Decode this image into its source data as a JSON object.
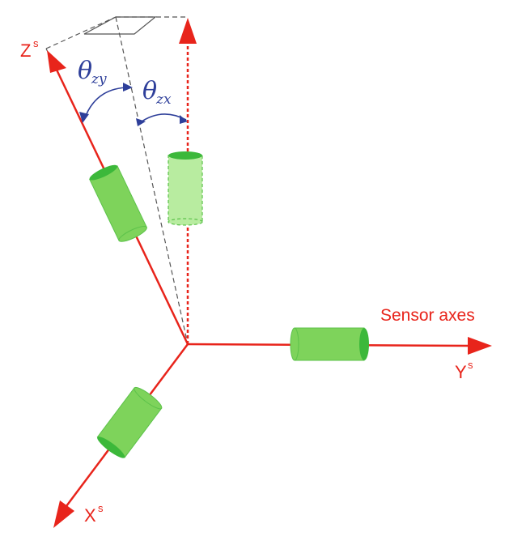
{
  "labels": {
    "z_axis": "Z",
    "z_sup": "s",
    "y_axis": "Y",
    "y_sup": "s",
    "x_axis": "X",
    "x_sup": "s",
    "caption": "Sensor axes",
    "theta_zy": "θ",
    "theta_zy_sub": "zy",
    "theta_zx": "θ",
    "theta_zx_sub": "zx"
  },
  "colors": {
    "axis": "#e8241b",
    "angle": "#2e3f9a",
    "cylinder": "#7ed35b",
    "cylinder_end": "#3cb83a",
    "ghost_cylinder": "#b8eca0",
    "guide": "#555555"
  }
}
